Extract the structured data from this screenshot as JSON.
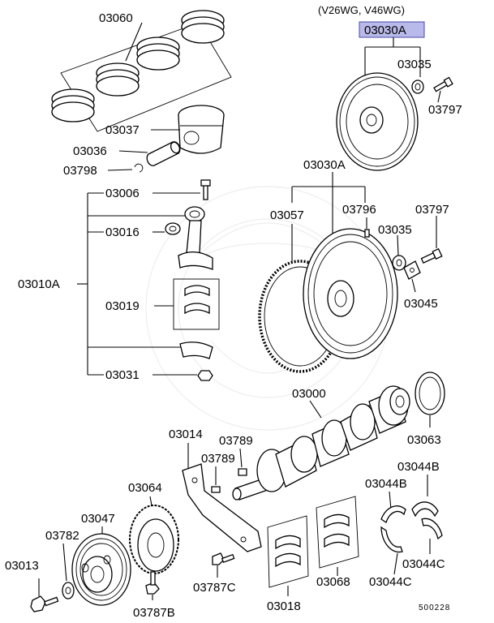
{
  "diagram": {
    "variant_note": "(V26WG, V46WG)",
    "highlighted_part": "03030A",
    "highlight_color": "#b9b9ea",
    "diagram_number": "500228",
    "labels": {
      "p03060": "03060",
      "p03037": "03037",
      "p03036": "03036",
      "p03798": "03798",
      "p03006": "03006",
      "p03016": "03016",
      "p03010A": "03010A",
      "p03019": "03019",
      "p03031": "03031",
      "p03030A_top": "03030A",
      "p03035_top": "03035",
      "p03797_top": "03797",
      "p03030A_mid": "03030A",
      "p03057": "03057",
      "p03796": "03796",
      "p03797_mid": "03797",
      "p03035_mid": "03035",
      "p03045": "03045",
      "p03000": "03000",
      "p03063": "03063",
      "p03014": "03014",
      "p03789_a": "03789",
      "p03789_b": "03789",
      "p03064": "03064",
      "p03044B_a": "03044B",
      "p03044B_b": "03044B",
      "p03047": "03047",
      "p03782": "03782",
      "p03013": "03013",
      "p03787C": "03787C",
      "p03787B": "03787B",
      "p03018": "03018",
      "p03068": "03068",
      "p03044C_a": "03044C",
      "p03044C_b": "03044C"
    }
  }
}
